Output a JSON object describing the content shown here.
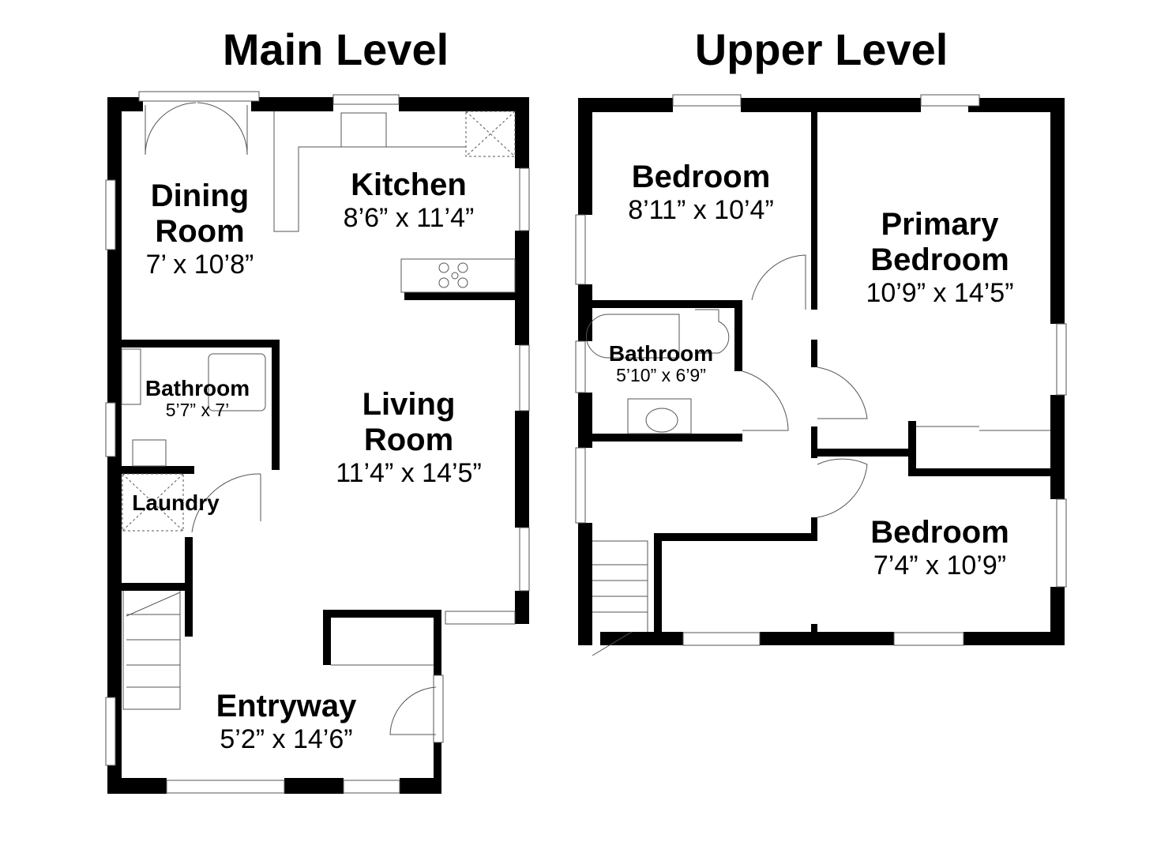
{
  "levels": {
    "main": {
      "title": "Main Level",
      "rooms": [
        {
          "name": "Dining",
          "name2": "Room",
          "dims": "7’ x 10’8”"
        },
        {
          "name": "Kitchen",
          "dims": "8’6” x 11’4”"
        },
        {
          "name": "Bathroom",
          "dims": "5’7” x 7’"
        },
        {
          "name": "Laundry"
        },
        {
          "name": "Living",
          "name2": "Room",
          "dims": "11’4” x 14’5”"
        },
        {
          "name": "Entryway",
          "dims": "5’2” x 14’6”"
        }
      ]
    },
    "upper": {
      "title": "Upper Level",
      "rooms": [
        {
          "name": "Bedroom",
          "dims": "8’11” x 10’4”"
        },
        {
          "name": "Primary",
          "name2": "Bedroom",
          "dims": "10’9” x 14’5”"
        },
        {
          "name": "Bathroom",
          "dims": "5’10” x 6’9”"
        },
        {
          "name": "Bedroom",
          "dims": "7’4” x 10’9”"
        }
      ]
    }
  },
  "colors": {
    "wall": "#000000",
    "fixture": "#555555",
    "background": "#ffffff"
  }
}
